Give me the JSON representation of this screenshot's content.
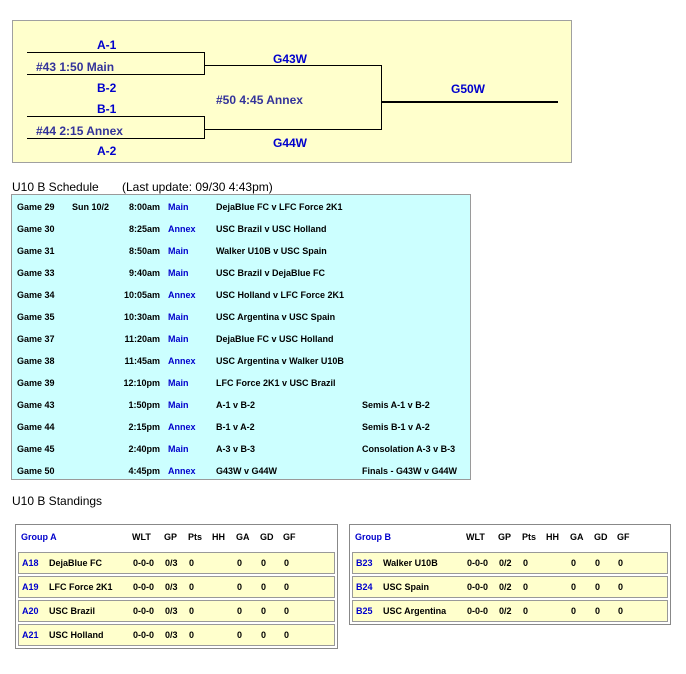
{
  "bracket": {
    "semi1_top": "A-1",
    "semi1_game": "#43 1:50 Main",
    "semi1_bottom": "B-2",
    "semi2_top": "B-1",
    "semi2_game": "#44 2:15 Annex",
    "semi2_bottom": "A-2",
    "final_top": "G43W",
    "final_game": "#50 4:45 Annex",
    "final_bottom": "G44W",
    "champion": "G50W"
  },
  "schedule": {
    "title": "U10 B Schedule",
    "last_update": "(Last update: 09/30 4:43pm)",
    "rows": [
      {
        "game": "Game 29",
        "day": "Sun 10/2",
        "time": "8:00am",
        "field": "Main",
        "match": "DejaBlue FC v LFC Force 2K1",
        "note": ""
      },
      {
        "game": "Game 30",
        "day": "",
        "time": "8:25am",
        "field": "Annex",
        "match": "USC Brazil v USC Holland",
        "note": ""
      },
      {
        "game": "Game 31",
        "day": "",
        "time": "8:50am",
        "field": "Main",
        "match": "Walker U10B v USC Spain",
        "note": ""
      },
      {
        "game": "Game 33",
        "day": "",
        "time": "9:40am",
        "field": "Main",
        "match": "USC Brazil v DejaBlue FC",
        "note": ""
      },
      {
        "game": "Game 34",
        "day": "",
        "time": "10:05am",
        "field": "Annex",
        "match": "USC Holland v LFC Force 2K1",
        "note": ""
      },
      {
        "game": "Game 35",
        "day": "",
        "time": "10:30am",
        "field": "Main",
        "match": "USC Argentina v USC Spain",
        "note": ""
      },
      {
        "game": "Game 37",
        "day": "",
        "time": "11:20am",
        "field": "Main",
        "match": "DejaBlue FC v USC Holland",
        "note": ""
      },
      {
        "game": "Game 38",
        "day": "",
        "time": "11:45am",
        "field": "Annex",
        "match": "USC Argentina v Walker U10B",
        "note": ""
      },
      {
        "game": "Game 39",
        "day": "",
        "time": "12:10pm",
        "field": "Main",
        "match": "LFC Force 2K1 v USC Brazil",
        "note": ""
      },
      {
        "game": "Game 43",
        "day": "",
        "time": "1:50pm",
        "field": "Main",
        "match": "A-1 v B-2",
        "note": "Semis A-1 v B-2"
      },
      {
        "game": "Game 44",
        "day": "",
        "time": "2:15pm",
        "field": "Annex",
        "match": "B-1 v A-2",
        "note": "Semis B-1 v A-2"
      },
      {
        "game": "Game 45",
        "day": "",
        "time": "2:40pm",
        "field": "Main",
        "match": "A-3 v B-3",
        "note": "Consolation A-3 v B-3"
      },
      {
        "game": "Game 50",
        "day": "",
        "time": "4:45pm",
        "field": "Annex",
        "match": "G43W v G44W",
        "note": "Finals - G43W v G44W"
      }
    ]
  },
  "standings": {
    "title": "U10 B Standings",
    "columns": [
      "WLT",
      "GP",
      "Pts",
      "HH",
      "GA",
      "GD",
      "GF"
    ],
    "groups": [
      {
        "name": "Group A",
        "teams": [
          {
            "code": "A18",
            "name": "DejaBlue FC",
            "wlt": "0-0-0",
            "gp": "0/3",
            "pts": "0",
            "hh": "",
            "ga": "0",
            "gd": "0",
            "gf": "0"
          },
          {
            "code": "A19",
            "name": "LFC Force 2K1",
            "wlt": "0-0-0",
            "gp": "0/3",
            "pts": "0",
            "hh": "",
            "ga": "0",
            "gd": "0",
            "gf": "0"
          },
          {
            "code": "A20",
            "name": "USC Brazil",
            "wlt": "0-0-0",
            "gp": "0/3",
            "pts": "0",
            "hh": "",
            "ga": "0",
            "gd": "0",
            "gf": "0"
          },
          {
            "code": "A21",
            "name": "USC Holland",
            "wlt": "0-0-0",
            "gp": "0/3",
            "pts": "0",
            "hh": "",
            "ga": "0",
            "gd": "0",
            "gf": "0"
          }
        ]
      },
      {
        "name": "Group B",
        "teams": [
          {
            "code": "B23",
            "name": "Walker U10B",
            "wlt": "0-0-0",
            "gp": "0/2",
            "pts": "0",
            "hh": "",
            "ga": "0",
            "gd": "0",
            "gf": "0"
          },
          {
            "code": "B24",
            "name": "USC Spain",
            "wlt": "0-0-0",
            "gp": "0/2",
            "pts": "0",
            "hh": "",
            "ga": "0",
            "gd": "0",
            "gf": "0"
          },
          {
            "code": "B25",
            "name": "USC Argentina",
            "wlt": "0-0-0",
            "gp": "0/2",
            "pts": "0",
            "hh": "",
            "ga": "0",
            "gd": "0",
            "gf": "0"
          }
        ]
      }
    ]
  },
  "colors": {
    "bracket_bg": "#ffffcc",
    "schedule_bg": "#ccffff",
    "link_blue": "#0000cc"
  }
}
